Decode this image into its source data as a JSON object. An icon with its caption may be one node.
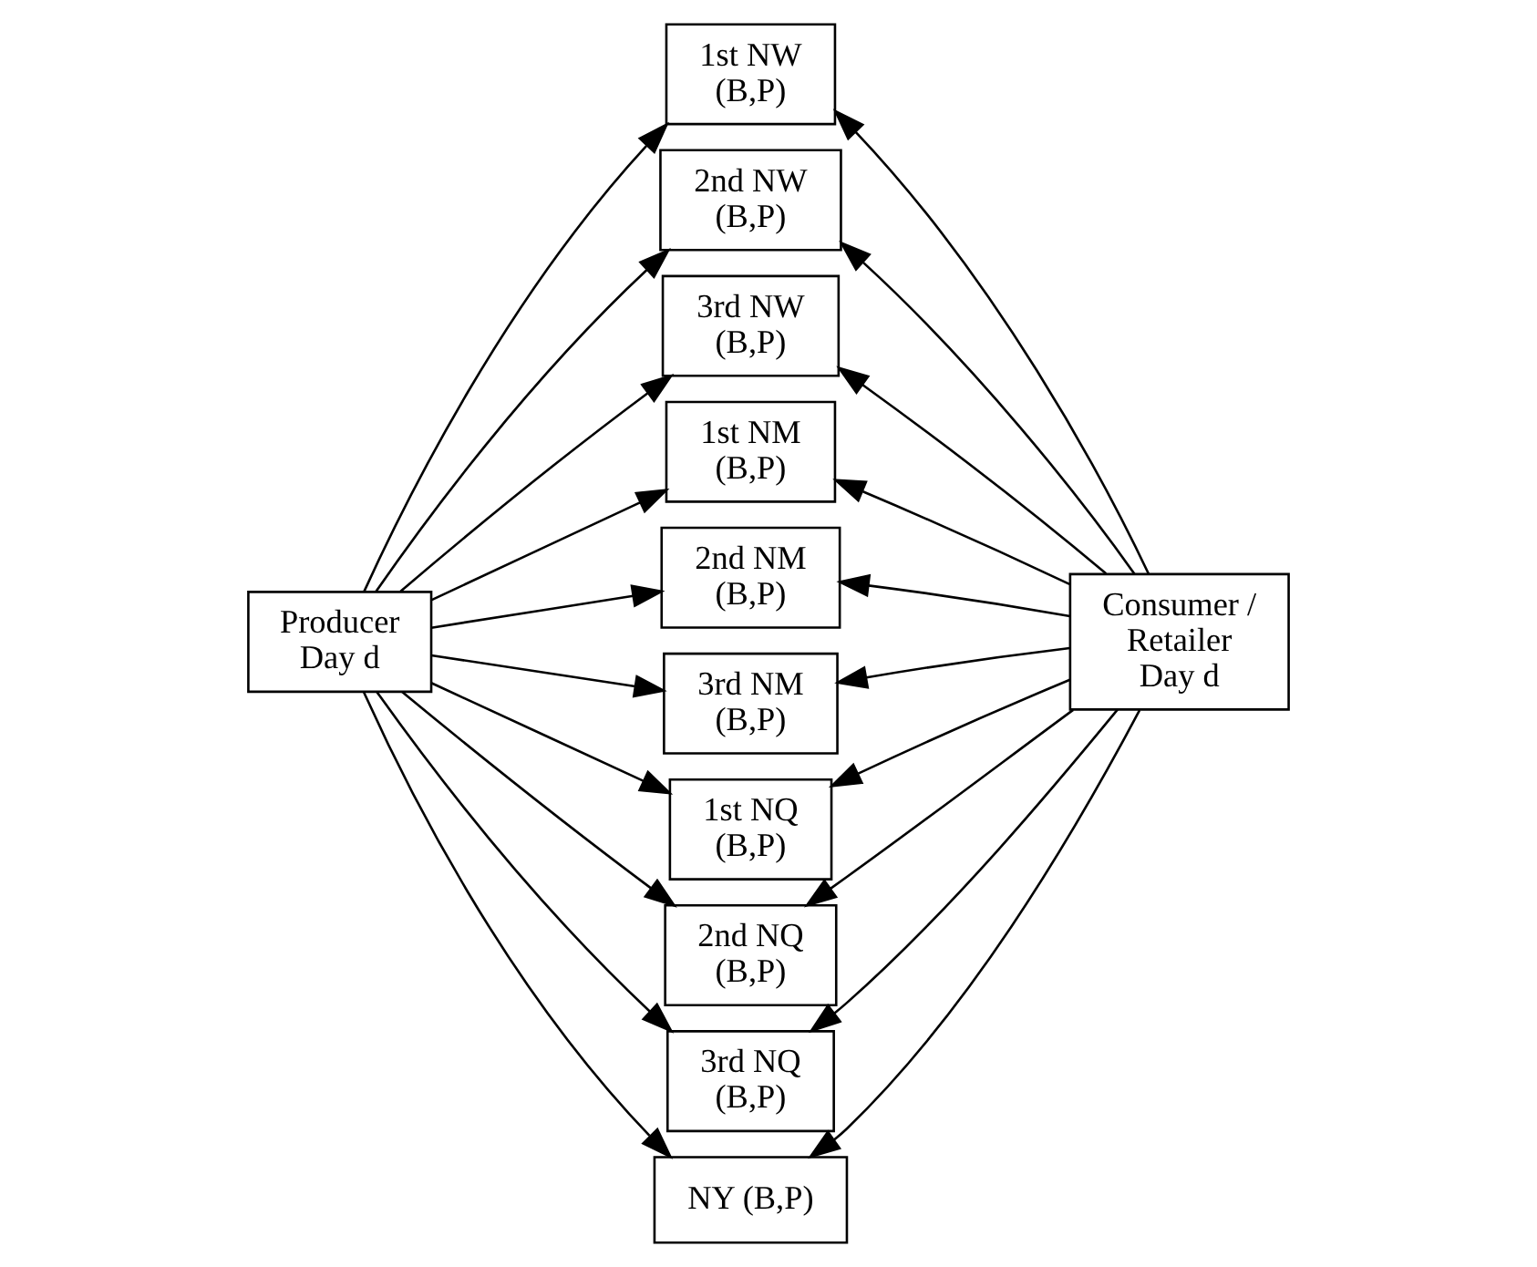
{
  "diagram": {
    "nodes": [
      {
        "text": [
          "Producer Day d"
        ]
      },
      {
        "text": [
          "1st NW (B,P)"
        ]
      },
      {
        "text": [
          "2nd NW (B,P)"
        ]
      },
      {
        "text": [
          "3rd NW (B,P)"
        ]
      },
      {
        "text": [
          "1st NM (B,P)"
        ]
      },
      {
        "text": [
          "2nd NM (B,P)"
        ]
      },
      {
        "text": [
          "3rd NM (B,P)"
        ]
      },
      {
        "text": [
          "1st NQ (B,P)"
        ]
      },
      {
        "text": [
          "2nd NQ (B,P)"
        ]
      },
      {
        "text": [
          "3rd NQ (B,P)"
        ]
      },
      {
        "text": [
          "NY (B,P)"
        ]
      },
      {
        "text": [
          "Consumer / Retailer Day d"
        ]
      }
    ],
    "edges": [
      {
        "from": 0,
        "to": 1,
        "arrow": "to"
      },
      {
        "from": 0,
        "to": 2,
        "arrow": "to"
      },
      {
        "from": 0,
        "to": 3,
        "arrow": "to"
      },
      {
        "from": 0,
        "to": 4,
        "arrow": "to"
      },
      {
        "from": 0,
        "to": 5,
        "arrow": "to"
      },
      {
        "from": 0,
        "to": 6,
        "arrow": "to"
      },
      {
        "from": 0,
        "to": 7,
        "arrow": "to"
      },
      {
        "from": 0,
        "to": 8,
        "arrow": "to"
      },
      {
        "from": 0,
        "to": 9,
        "arrow": "to"
      },
      {
        "from": 0,
        "to": 10,
        "arrow": "to"
      },
      {
        "from": 11,
        "to": 1,
        "arrow": "to"
      },
      {
        "from": 11,
        "to": 2,
        "arrow": "to"
      },
      {
        "from": 11,
        "to": 3,
        "arrow": "to"
      },
      {
        "from": 11,
        "to": 4,
        "arrow": "to"
      },
      {
        "from": 11,
        "to": 5,
        "arrow": "to"
      },
      {
        "from": 11,
        "to": 6,
        "arrow": "to"
      },
      {
        "from": 11,
        "to": 7,
        "arrow": "to"
      },
      {
        "from": 11,
        "to": 8,
        "arrow": "to"
      },
      {
        "from": 11,
        "to": 9,
        "arrow": "to"
      },
      {
        "from": 11,
        "to": 10,
        "arrow": "to"
      }
    ]
  }
}
